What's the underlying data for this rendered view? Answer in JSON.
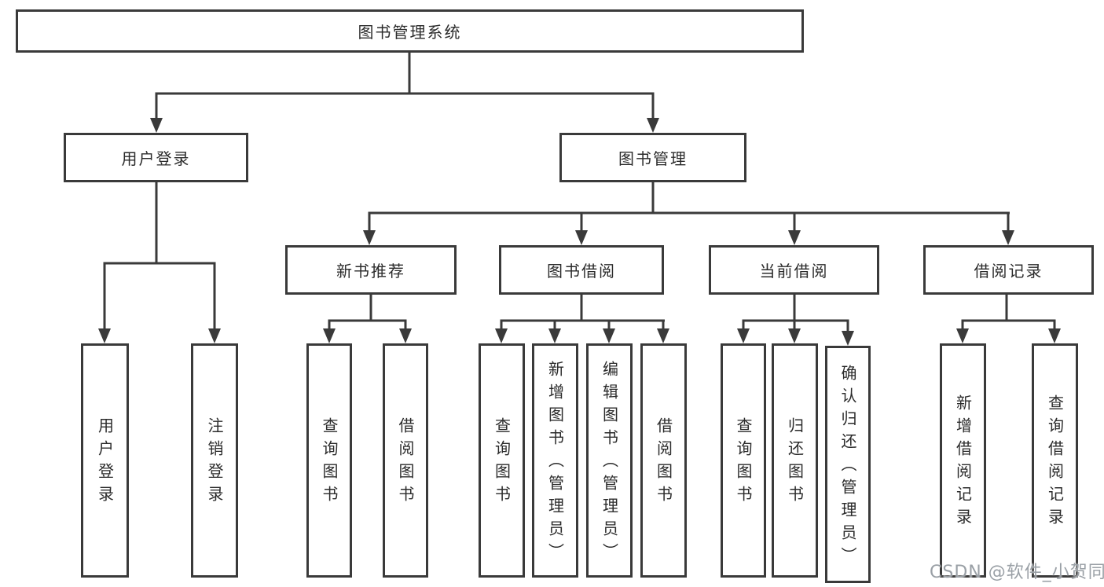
{
  "diagram": {
    "title": "图书管理系统",
    "branches": [
      {
        "label": "用户登录",
        "children": [
          {
            "label": "用户登录"
          },
          {
            "label": "注销登录"
          }
        ]
      },
      {
        "label": "图书管理",
        "sections": [
          {
            "label": "新书推荐",
            "children": [
              {
                "label": "查询图书"
              },
              {
                "label": "借阅图书"
              }
            ]
          },
          {
            "label": "图书借阅",
            "children": [
              {
                "label": "查询图书"
              },
              {
                "label": "新增图书（管理员）"
              },
              {
                "label": "编辑图书（管理员）"
              },
              {
                "label": "借阅图书"
              }
            ]
          },
          {
            "label": "当前借阅",
            "children": [
              {
                "label": "查询图书"
              },
              {
                "label": "归还图书"
              },
              {
                "label": "确认归还（管理员）"
              }
            ]
          },
          {
            "label": "借阅记录",
            "children": [
              {
                "label": "新增借阅记录"
              },
              {
                "label": "查询借阅记录"
              }
            ]
          }
        ]
      }
    ]
  },
  "watermark": {
    "text": "CSDN @软件_小贺同学"
  },
  "colors": {
    "line": "#3a3a3a",
    "box_border": "#3a3a3a",
    "text": "#2b2b2b",
    "watermark": "#9aa0a6",
    "background": "#ffffff"
  }
}
